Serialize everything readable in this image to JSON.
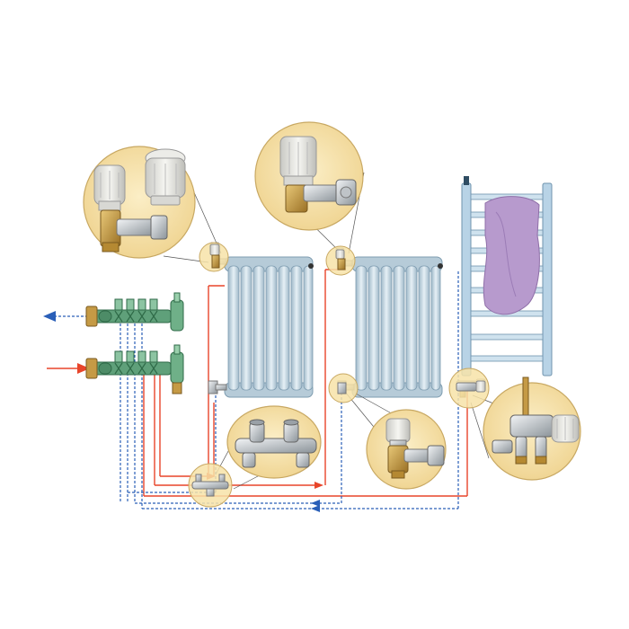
{
  "colors": {
    "background": "#ffffff",
    "supply_pipe": "#e8452a",
    "return_pipe": "#2a5fb8",
    "radiator_fill": "#c9dbe6",
    "radiator_stroke": "#7e9cb0",
    "detail_circle_fill": "#f7e3a8",
    "detail_circle_stroke": "#c8a862",
    "manifold_green": "#5fa07a",
    "valve_brass": "#c59a45",
    "valve_chrome": "#b9bec4",
    "thermostatic_head": "#e4e4e0",
    "towel_purple": "#b79acd",
    "towel_rail": "#b8d3e6"
  },
  "components": {
    "manifold": [
      "supply-manifold",
      "return-manifold"
    ],
    "radiators": [
      "left-column-radiator",
      "center-column-radiator"
    ],
    "towel_warmer": "towel-warmer-radiator",
    "detail_views": [
      "thermostatic-valve-detail",
      "angle-valve-detail",
      "lockshield-valve-detail",
      "single-point-valve-detail",
      "pipe-distributor-detail"
    ]
  },
  "icons": {
    "flow_in_arrow": "red-arrow-icon",
    "flow_out_arrow": "blue-arrow-icon"
  }
}
